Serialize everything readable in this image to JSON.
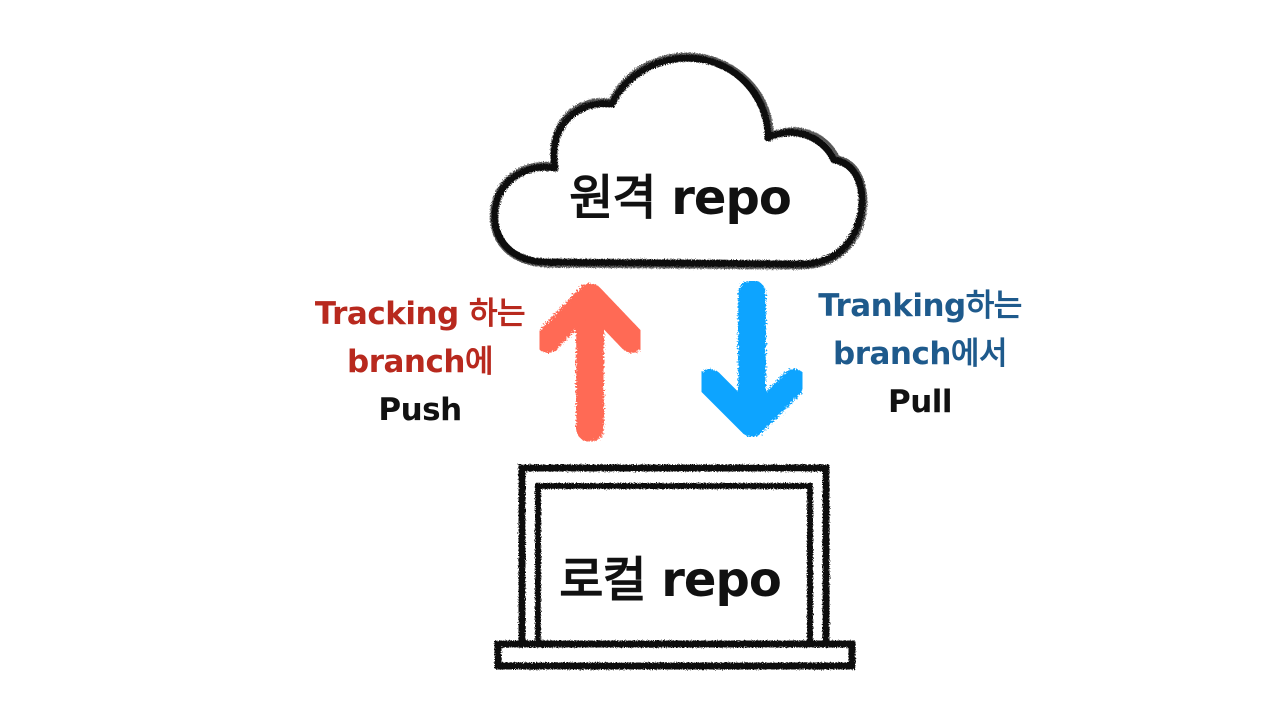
{
  "colors": {
    "push": "#b8291e",
    "pull": "#1e5a8c",
    "push_arrow": "#ff6a55",
    "pull_arrow": "#09a4ff",
    "outline": "#111111"
  },
  "remote": {
    "title": "원격 repo",
    "icon": "cloud-icon"
  },
  "local": {
    "title": "로컬 repo",
    "icon": "laptop-icon"
  },
  "push": {
    "line1": "Tracking 하는",
    "line2": "branch에",
    "line3": "Push",
    "icon": "arrow-up-icon"
  },
  "pull": {
    "line1": "Tranking하는",
    "line2": "branch에서",
    "line3": "Pull",
    "icon": "arrow-down-icon"
  }
}
